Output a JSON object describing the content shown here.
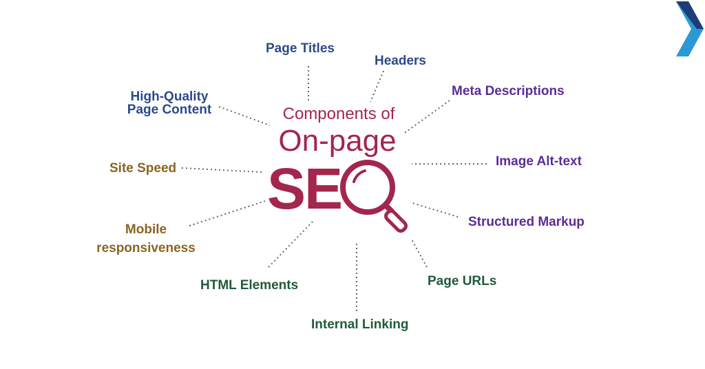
{
  "center": {
    "line1": "Components of",
    "line2": "On-page",
    "line3": "SE"
  },
  "components": {
    "page_titles": "Page Titles",
    "headers": "Headers",
    "meta_descriptions": "Meta Descriptions",
    "image_alt_text": "Image Alt-text",
    "structured_markup": "Structured Markup",
    "page_urls": "Page URLs",
    "internal_linking": "Internal Linking",
    "html_elements": "HTML Elements",
    "mobile_line1": "Mobile",
    "mobile_line2": "responsiveness",
    "site_speed": "Site Speed",
    "hq_line1": "High-Quality",
    "hq_line2": "Page Content"
  },
  "colors": {
    "center": "#a3264d",
    "blue": "#2b4a8b",
    "purple": "#5a2d96",
    "gold": "#8a6424",
    "green": "#1f5a3a",
    "connector": "#666666",
    "chevron": "#2a9ad6"
  },
  "icons": {
    "magnifier": "magnifying-glass-icon",
    "corner": "chevron-right-icon"
  }
}
